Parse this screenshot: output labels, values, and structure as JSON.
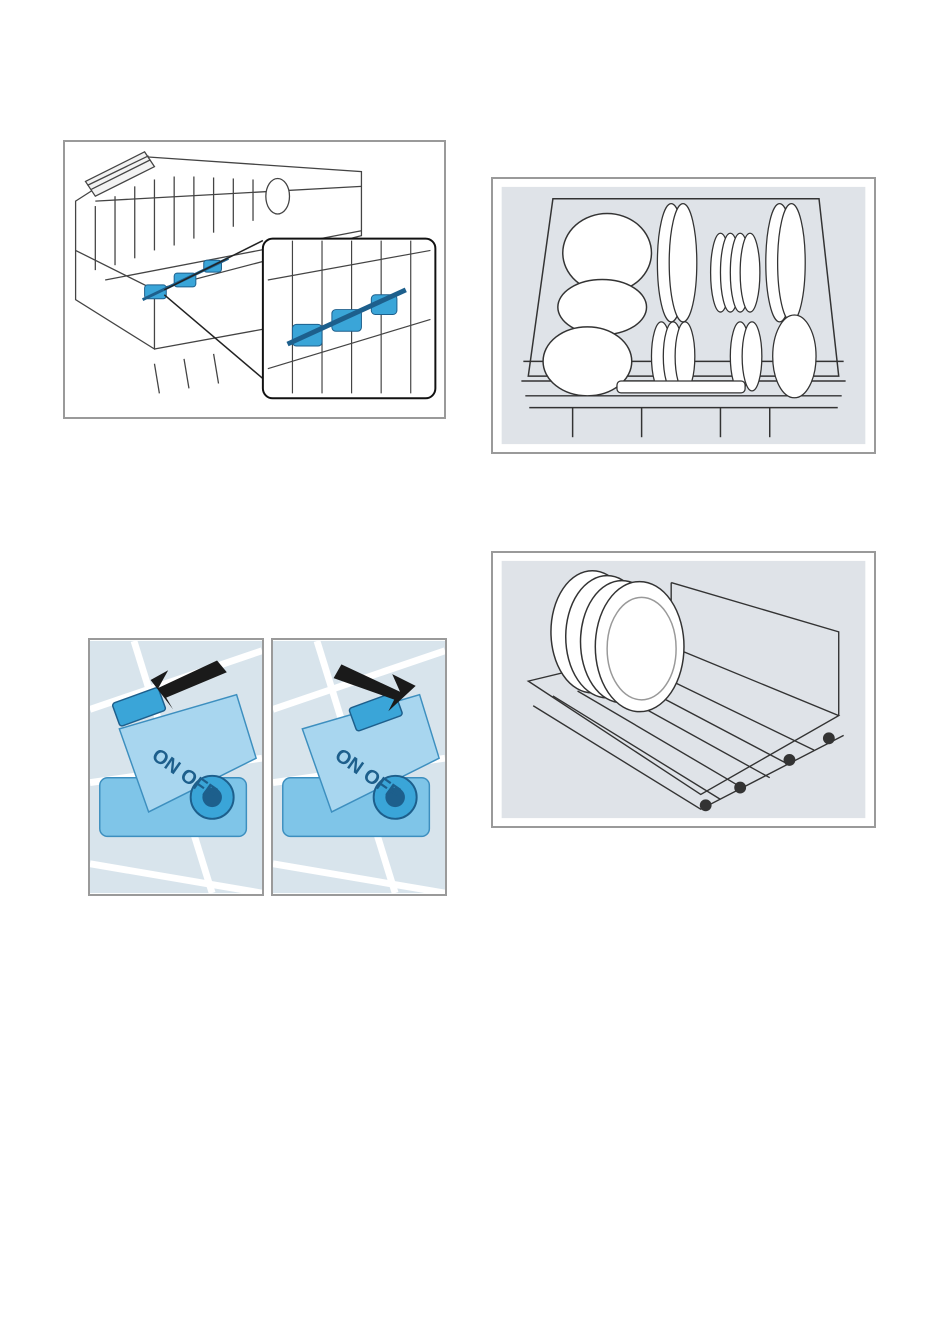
{
  "figures": {
    "rack_with_valves": {
      "alt": "upper-rack-with-valves-illustration"
    },
    "valve_on": {
      "label": "ON OFF"
    },
    "valve_off": {
      "label": "ON OFF"
    },
    "upper_rack_loaded": {
      "alt": "upper-rack-loaded-illustration"
    },
    "lower_rack_plates": {
      "alt": "lower-rack-plates-illustration"
    }
  },
  "colors": {
    "frame": "#9a9a9a",
    "panel_bg": "#dfe3e8",
    "valve_blue": "#3aa5d8",
    "valve_light": "#a8d6ef",
    "arrow": "#1a1a1a"
  }
}
